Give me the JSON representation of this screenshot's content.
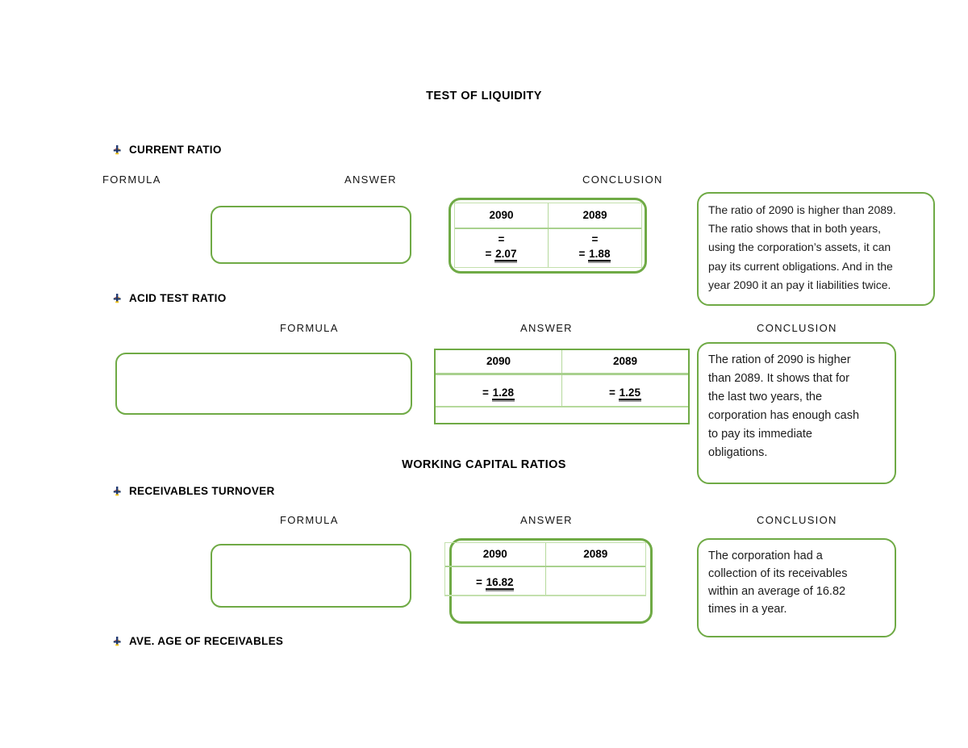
{
  "page": {
    "title": "TEST OF LIQUIDITY",
    "group_heading": "WORKING CAPITAL RATIOS"
  },
  "colors": {
    "shape_border_green": "#70AD47",
    "table_line_light_green": "#A9D18E",
    "text": "#000000",
    "bullet_navy": "#203864",
    "bullet_red": "#C0504D",
    "bullet_yellow": "#F2C314"
  },
  "icons": {
    "bullet": "colored-arrow-bullet"
  },
  "sections": [
    {
      "heading": "CURRENT RATIO",
      "col_headers": [
        "FORMULA",
        "ANSWER",
        "CONCLUSION"
      ],
      "answer_table": {
        "years": [
          "2090",
          "2089"
        ],
        "eq_line": [
          "=",
          "="
        ],
        "values": [
          {
            "prefix": "= ",
            "num": "2.07"
          },
          {
            "prefix": "= ",
            "num": "1.88"
          }
        ]
      },
      "conclusion": "The ratio of 2090 is higher than 2089.\nThe ratio shows that in both years,\nusing the corporation’s assets, it can\npay its current obligations. And in the\nyear 2090 it an pay it liabilities twice."
    },
    {
      "heading": "ACID TEST RATIO",
      "col_headers": [
        "FORMULA",
        "ANSWER",
        "CONCLUSION"
      ],
      "answer_table": {
        "years": [
          "2090",
          "2089"
        ],
        "values": [
          {
            "prefix": "= ",
            "num": "1.28"
          },
          {
            "prefix": "= ",
            "num": "1.25"
          }
        ]
      },
      "conclusion": "The ration of 2090 is higher\nthan 2089. It shows that for\nthe last two years, the\ncorporation has enough cash\nto pay its immediate\nobligations."
    },
    {
      "heading": "RECEIVABLES TURNOVER",
      "col_headers": [
        "FORMULA",
        "ANSWER",
        "CONCLUSION"
      ],
      "answer_table": {
        "years": [
          "2090",
          "2089"
        ],
        "values": [
          {
            "prefix": "= ",
            "num": "16.82"
          },
          {
            "prefix": "",
            "num": ""
          }
        ]
      },
      "conclusion": "The corporation had a\ncollection of its receivables\nwithin an average of 16.82\ntimes in a year."
    },
    {
      "heading": "AVE. AGE OF RECEIVABLES"
    }
  ]
}
